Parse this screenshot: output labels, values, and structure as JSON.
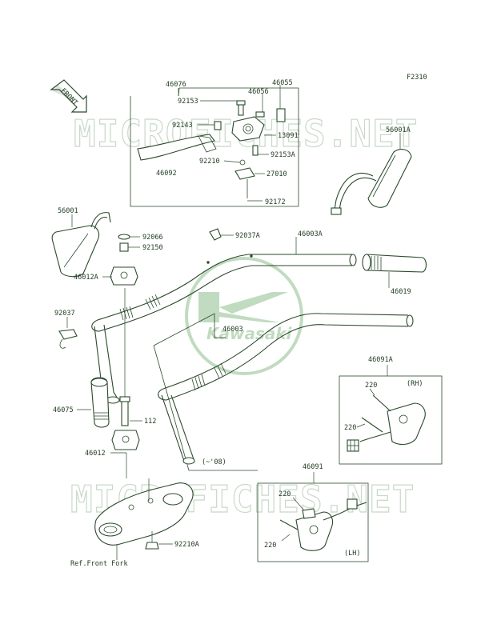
{
  "figure_code": "F2310",
  "front_label": "FRONT",
  "watermark_text": "MICROFICHES.NET",
  "logo_text": "Kawasaki",
  "colors": {
    "ink": "#2b4a2b",
    "logo": "#8fbf8f",
    "watermark": "#c9d9c9"
  },
  "parts": {
    "p46076": "46076",
    "p46055": "46055",
    "p46056": "46056",
    "p92153": "92153",
    "p92143": "92143",
    "p13091": "13091",
    "p92153A": "92153A",
    "p92210": "92210",
    "p27010": "27010",
    "p46092": "46092",
    "p92172": "92172",
    "p56001A": "56001A",
    "p56001": "56001",
    "p92066": "92066",
    "p92150": "92150",
    "p92037A": "92037A",
    "p46003A": "46003A",
    "p46012A": "46012A",
    "p46019": "46019",
    "p92037": "92037",
    "p46003": "46003",
    "p46091A": "46091A",
    "p220a": "220",
    "p220b": "220",
    "p46075": "46075",
    "p112": "112",
    "p46012": "46012",
    "p46091": "46091",
    "p220c": "220",
    "p220d": "220",
    "p92210A": "92210A"
  },
  "notes": {
    "rh": "(RH)",
    "lh": "(LH)",
    "model_range": "(~'08)",
    "ref_front_fork": "Ref.Front Fork"
  }
}
